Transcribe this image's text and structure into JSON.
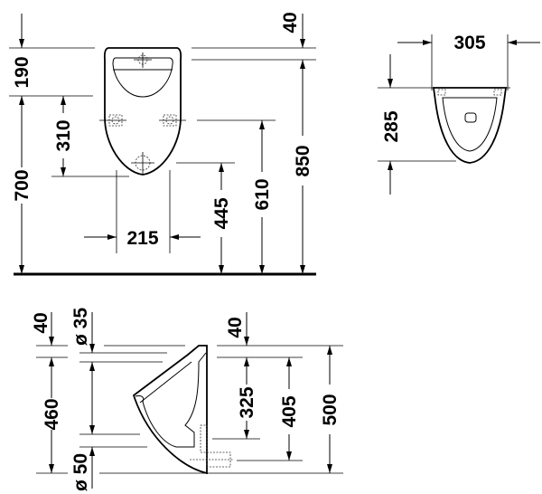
{
  "front_view": {
    "dimensions": {
      "top_offset": "40",
      "bowl_height": "190",
      "fixing_height": "700",
      "fixing_spacing": "310",
      "outlet_height": "445",
      "side_fixing_height": "610",
      "total_height": "850",
      "width_between": "215"
    }
  },
  "top_view": {
    "dimensions": {
      "width": "305",
      "depth": "285"
    }
  },
  "side_view": {
    "dimensions": {
      "left_top_offset": "40",
      "inlet_diameter": "ø 35",
      "left_height": "460",
      "outlet_diameter": "ø 50",
      "right_top_offset": "40",
      "inlet_to_outlet": "325",
      "height_405": "405",
      "total_depth": "500"
    }
  }
}
